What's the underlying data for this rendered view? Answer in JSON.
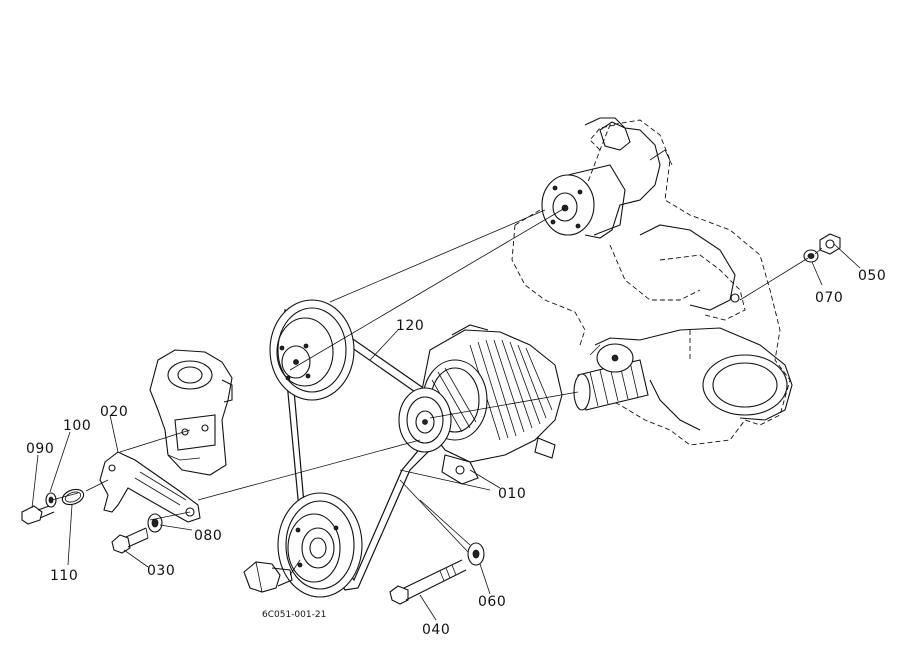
{
  "diagram": {
    "document_code": "6C051-001-21",
    "parts": [
      {
        "key": "p010",
        "number": "010",
        "icon": "alternator-icon"
      },
      {
        "key": "p020",
        "number": "020",
        "icon": "bracket-icon"
      },
      {
        "key": "p030",
        "number": "030",
        "icon": "bolt-icon"
      },
      {
        "key": "p040",
        "number": "040",
        "icon": "bolt-icon"
      },
      {
        "key": "p050",
        "number": "050",
        "icon": "nut-icon"
      },
      {
        "key": "p060",
        "number": "060",
        "icon": "washer-icon"
      },
      {
        "key": "p070",
        "number": "070",
        "icon": "washer-icon"
      },
      {
        "key": "p080",
        "number": "080",
        "icon": "washer-icon"
      },
      {
        "key": "p090",
        "number": "090",
        "icon": "bolt-icon"
      },
      {
        "key": "p100",
        "number": "100",
        "icon": "washer-icon"
      },
      {
        "key": "p110",
        "number": "110",
        "icon": "o-ring-icon"
      },
      {
        "key": "p120",
        "number": "120",
        "icon": "v-belt-icon"
      }
    ]
  }
}
